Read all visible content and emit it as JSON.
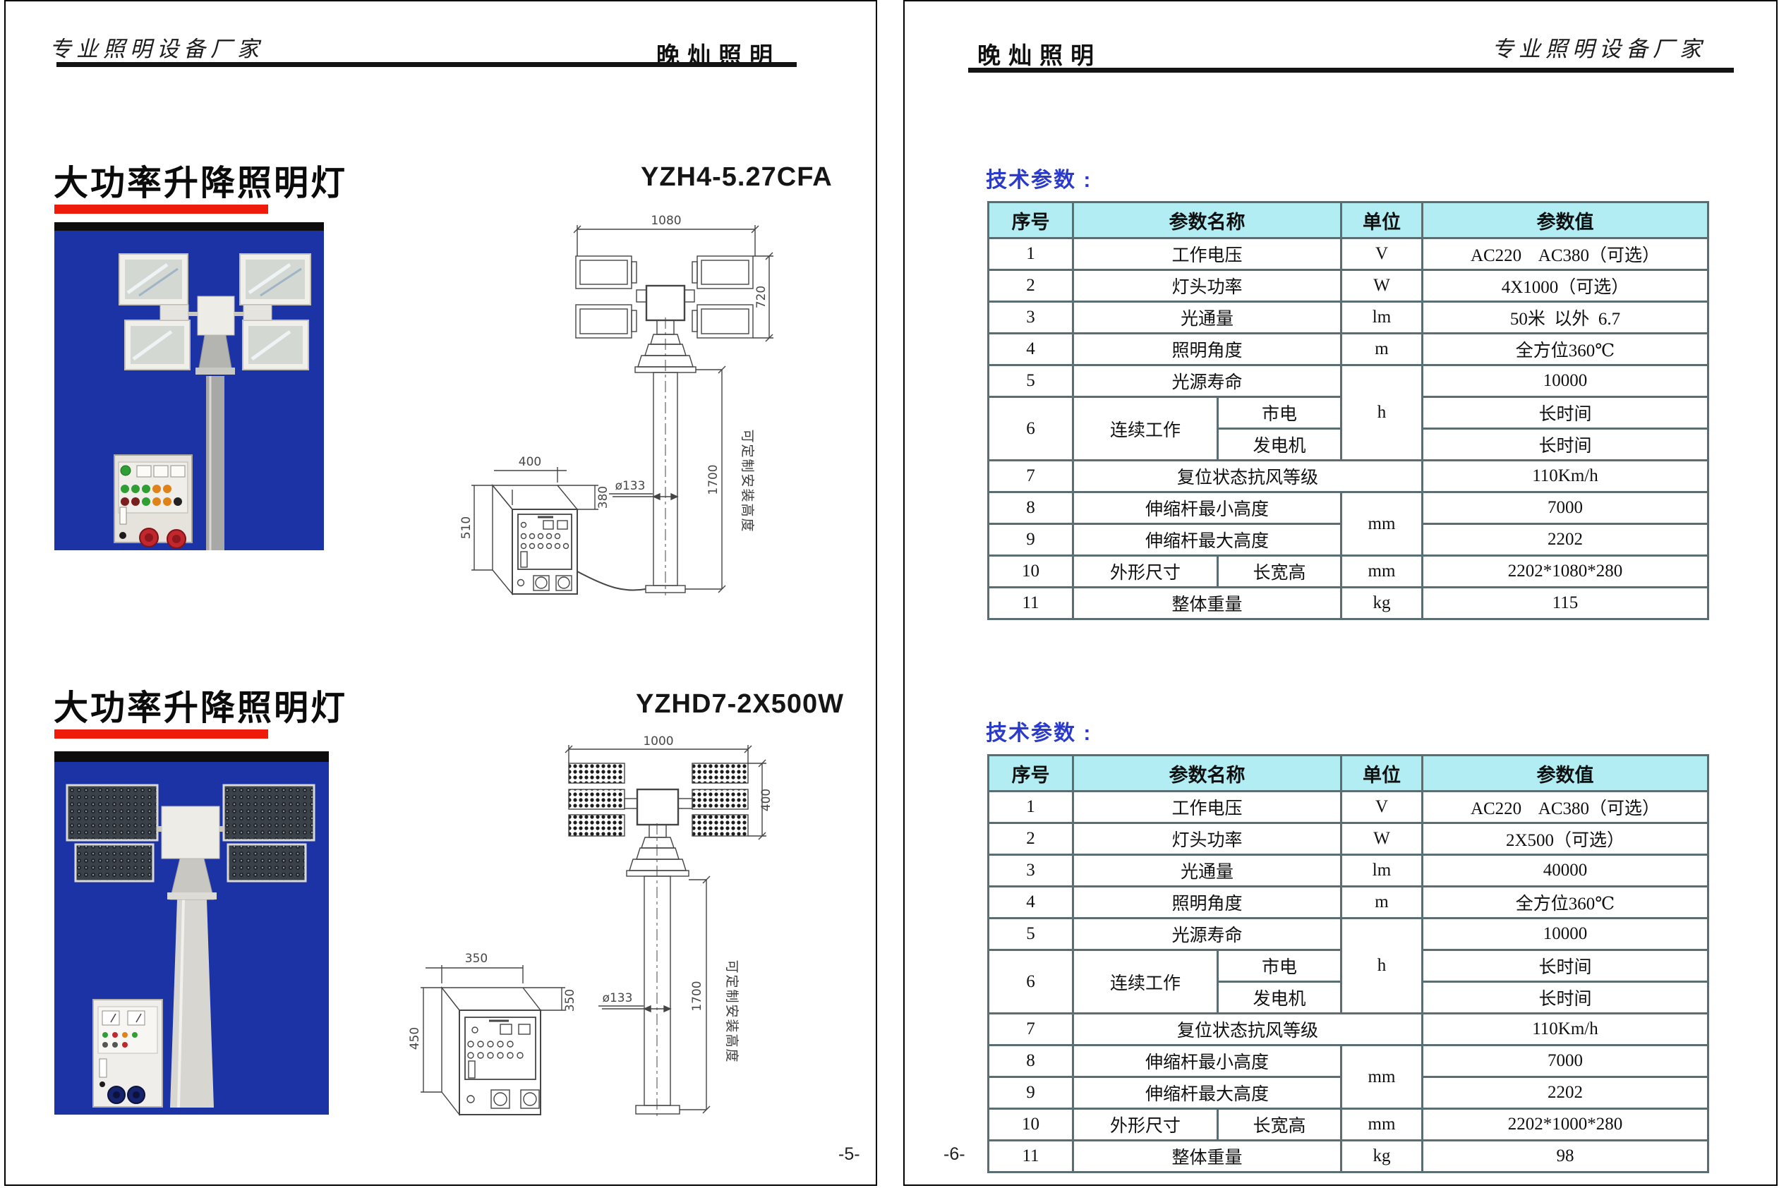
{
  "colors": {
    "accent_red": "#ee1b0b",
    "photo_blue": "#1c33a6",
    "table_header_cyan": "#b2edf4",
    "table_border": "#5a6d73",
    "section_label_blue": "#2a3acb"
  },
  "left_page": {
    "header": {
      "factory": "专业照明设备厂家",
      "brand": "晚灿照明"
    },
    "product1": {
      "title": "大功率升降照明灯",
      "model": "YZH4-5.27CFA",
      "drawing": {
        "head_width": "1080",
        "head_height": "720",
        "box_width": "400",
        "box_height_left": "510",
        "box_height_right": "380",
        "pole_diameter": "ø133",
        "pole_height": "1700",
        "note": "可定制安装高度"
      }
    },
    "product2": {
      "title": "大功率升降照明灯",
      "model": "YZHD7-2X500W",
      "drawing": {
        "head_width": "1000",
        "head_height": "400",
        "box_width": "350",
        "box_height_left": "450",
        "box_height_right": "350",
        "pole_diameter": "ø133",
        "pole_height": "1700",
        "note": "可定制安装高度"
      }
    },
    "footer": "-5-"
  },
  "right_page": {
    "header": {
      "brand": "晚灿照明",
      "factory": "专业照明设备厂家"
    },
    "section1": {
      "label": "技术参数 :",
      "table": {
        "headers": {
          "no": "序号",
          "name": "参数名称",
          "unit": "单位",
          "value": "参数值"
        },
        "r1": {
          "no": "1",
          "name": "工作电压",
          "unit": "V",
          "value": "AC220    AC380（可选）"
        },
        "r2": {
          "no": "2",
          "name": "灯头功率",
          "unit": "W",
          "value": "4X1000（可选）"
        },
        "r3": {
          "no": "3",
          "name": "光通量",
          "unit": "lm",
          "value": "50米  以外  6.7"
        },
        "r4": {
          "no": "4",
          "name": "照明角度",
          "unit": "m",
          "value": "全方位360℃"
        },
        "r5": {
          "no": "5",
          "name": "光源寿命",
          "unit": "h",
          "value": "10000"
        },
        "r6": {
          "no": "6",
          "name": "连续工作",
          "sub1": "市电",
          "sub2": "发电机",
          "value1": "长时间",
          "value2": "长时间"
        },
        "r7": {
          "no": "7",
          "name": "复位状态抗风等级",
          "value": "110Km/h"
        },
        "r8": {
          "no": "8",
          "name": "伸缩杆最小高度",
          "unit": "mm",
          "value": "7000"
        },
        "r9": {
          "no": "9",
          "name": "伸缩杆最大高度",
          "value": "2202"
        },
        "r10": {
          "no": "10",
          "name": "外形尺寸",
          "sub": "长宽高",
          "unit": "mm",
          "value": "2202*1080*280"
        },
        "r11": {
          "no": "11",
          "name": "整体重量",
          "unit": "kg",
          "value": "115"
        }
      }
    },
    "section2": {
      "label": "技术参数 :",
      "table": {
        "headers": {
          "no": "序号",
          "name": "参数名称",
          "unit": "单位",
          "value": "参数值"
        },
        "r1": {
          "no": "1",
          "name": "工作电压",
          "unit": "V",
          "value": "AC220    AC380（可选）"
        },
        "r2": {
          "no": "2",
          "name": "灯头功率",
          "unit": "W",
          "value": "2X500（可选）"
        },
        "r3": {
          "no": "3",
          "name": "光通量",
          "unit": "lm",
          "value": "40000"
        },
        "r4": {
          "no": "4",
          "name": "照明角度",
          "unit": "m",
          "value": "全方位360℃"
        },
        "r5": {
          "no": "5",
          "name": "光源寿命",
          "unit": "h",
          "value": "10000"
        },
        "r6": {
          "no": "6",
          "name": "连续工作",
          "sub1": "市电",
          "sub2": "发电机",
          "value1": "长时间",
          "value2": "长时间"
        },
        "r7": {
          "no": "7",
          "name": "复位状态抗风等级",
          "value": "110Km/h"
        },
        "r8": {
          "no": "8",
          "name": "伸缩杆最小高度",
          "unit": "mm",
          "value": "7000"
        },
        "r9": {
          "no": "9",
          "name": "伸缩杆最大高度",
          "value": "2202"
        },
        "r10": {
          "no": "10",
          "name": "外形尺寸",
          "sub": "长宽高",
          "unit": "mm",
          "value": "2202*1000*280"
        },
        "r11": {
          "no": "11",
          "name": "整体重量",
          "unit": "kg",
          "value": "98"
        }
      }
    },
    "footer": "-6-"
  }
}
